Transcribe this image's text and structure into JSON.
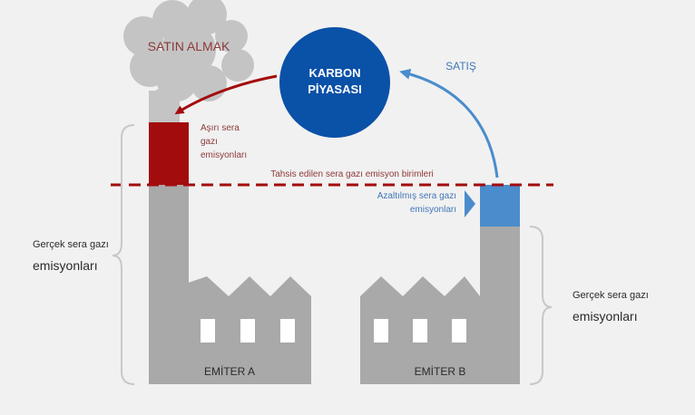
{
  "colors": {
    "background": "#f1f1f1",
    "factory_gray": "#a9a9a9",
    "smoke_gray": "#c4c4c4",
    "excess_red": "#a30c0c",
    "reduced_blue": "#4a8ccc",
    "market_blue": "#0a51a8",
    "label_red": "#8e3a3a",
    "label_blue": "#4277b8",
    "dark_text": "#2b2b2b",
    "brace_gray": "#c8c8c8"
  },
  "market": {
    "line1": "KARBON",
    "line2": "PİYASASI"
  },
  "buy": {
    "label": "SATIN ALMAK"
  },
  "sell": {
    "label": "SATIŞ"
  },
  "excess": {
    "line1": "Aşırı sera",
    "line2": "gazı",
    "line3": "emisyonları"
  },
  "reduced": {
    "line1": "Azaltılmış sera gazı",
    "line2": "emisyonları"
  },
  "allocation": {
    "label": "Tahsis edilen sera gazı emisyon birimleri"
  },
  "actual_left": {
    "line1": "Gerçek sera gazı",
    "line2": "emisyonları"
  },
  "actual_right": {
    "line1": "Gerçek sera gazı",
    "line2": "emisyonları"
  },
  "emitter_a": {
    "label": "EMİTER A"
  },
  "emitter_b": {
    "label": "EMİTER B"
  },
  "icons": [
    "smoke-cloud-icon",
    "factory-icon",
    "arrow-icon",
    "brace-icon"
  ]
}
